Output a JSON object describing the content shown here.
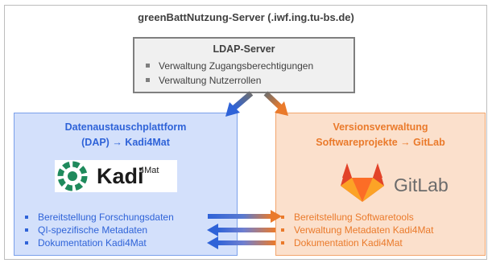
{
  "server": {
    "title": "greenBattNutzung-Server (.iwf.ing.tu-bs.de)"
  },
  "ldap": {
    "title": "LDAP-Server",
    "items": [
      "Verwaltung Zugangsberechtigungen",
      "Verwaltung Nutzerrollen"
    ]
  },
  "dap": {
    "title_line1": "Datenaustauschplattform",
    "title_line2": "(DAP) → Kadi4Mat",
    "logo_text": "Kadi",
    "logo_sup": "4Mat",
    "items": [
      "Bereitstellung Forschungsdaten",
      "QI-spezifische Metadaten",
      "Dokumentation Kadi4Mat"
    ]
  },
  "vcs": {
    "title_line1": "Versionsverwaltung",
    "title_line2": "Softwareprojekte → GitLab",
    "logo_text": "GitLab",
    "items": [
      "Bereitstellung Softwaretools",
      "Verwaltung Metadaten Kadi4Mat",
      "Dokumentation Kadi4Mat"
    ]
  },
  "colors": {
    "dap_accent": "#2f63d8",
    "vcs_accent": "#ea7a2b",
    "ldap_border": "#7f7f7f"
  }
}
